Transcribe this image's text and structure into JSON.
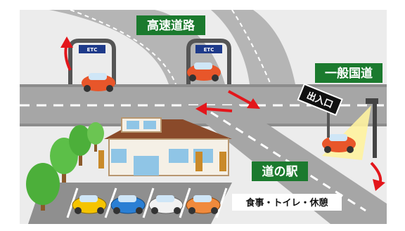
{
  "labels": {
    "expressway": "高速道路",
    "national_road": "一般国道",
    "entrance_exit": "出入口",
    "roadside_station": "道の駅",
    "services": "食事・トイレ・休憩",
    "etc_left": "ETC",
    "etc_right": "ETC"
  },
  "colors": {
    "sign_green": "#1b7a2e",
    "arrow_red": "#e3161b",
    "road_gray": "#a6a6a6",
    "car_red": "#e8562a",
    "car_yellow": "#f5c400",
    "car_blue": "#2a7fd4",
    "car_white": "#f2f2f2",
    "car_orange": "#f08a3c",
    "tree_green": "#4caf3a",
    "headlight_yellow": "#fff3a0"
  },
  "icons": [
    "arrow-icon",
    "tree-icon",
    "car-icon",
    "etc-gate-icon",
    "lamp-post-icon"
  ]
}
